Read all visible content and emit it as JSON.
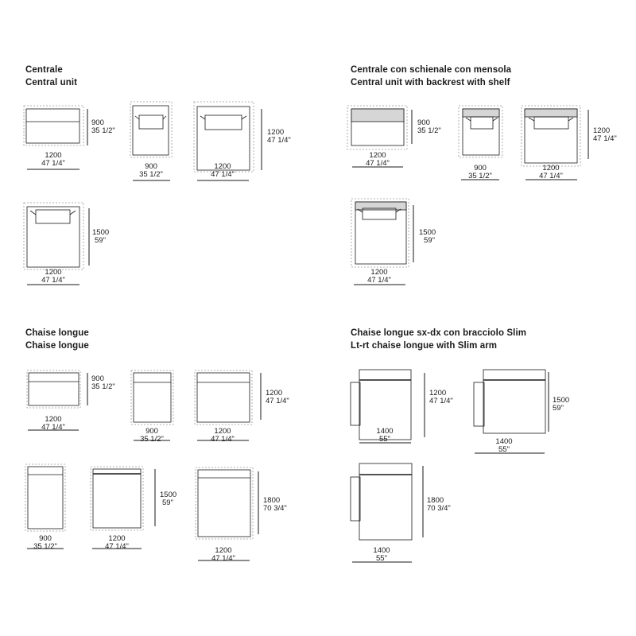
{
  "colors": {
    "line": "#1a1a1a",
    "dashed": "#9a9a9a",
    "shelf": "#d6d6d6"
  },
  "sections": {
    "central": {
      "title_it": "Centrale",
      "title_en": "Central unit"
    },
    "central_shelf": {
      "title_it": "Centrale con schienale con mensola",
      "title_en": "Central unit with backrest with shelf"
    },
    "chaise": {
      "title_it": "Chaise longue",
      "title_en": "Chaise longue"
    },
    "chaise_slim": {
      "title_it": "Chaise longue sx-dx con bracciolo Slim",
      "title_en": "Lt-rt chaise longue with Slim arm"
    }
  },
  "dims": {
    "d1200": {
      "mm": "1200",
      "in": "47 1/4\""
    },
    "d900": {
      "mm": "900",
      "in": "35 1/2\""
    },
    "d1500": {
      "mm": "1500",
      "in": "59\""
    },
    "d1400": {
      "mm": "1400",
      "in": "55\""
    },
    "d1800": {
      "mm": "1800",
      "in": "70 3/4\""
    }
  }
}
